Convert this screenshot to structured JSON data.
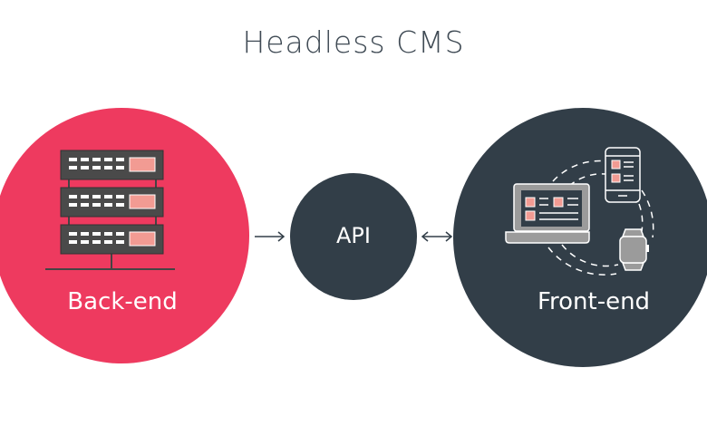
{
  "title": "Headless CMS",
  "backend": {
    "label": "Back-end",
    "icon": "server-rack-icon"
  },
  "api": {
    "label": "API"
  },
  "frontend": {
    "label": "Front-end",
    "icon": "devices-icon"
  },
  "colors": {
    "backend": "#ee3a5f",
    "dark": "#323e48",
    "accent": "#f29b93"
  }
}
